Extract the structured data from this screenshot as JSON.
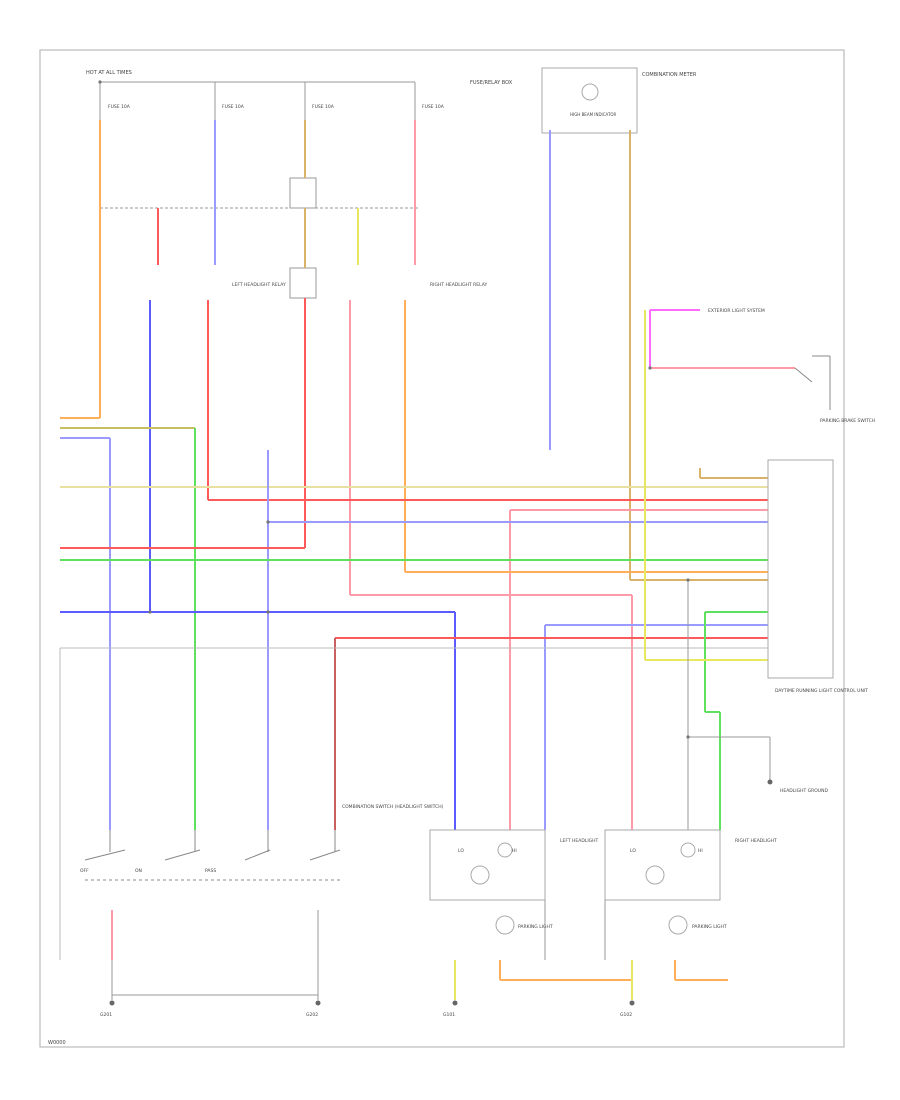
{
  "diagram": {
    "corner_code": "W0000",
    "labels": {
      "hot_at_all_times": "HOT AT ALL TIMES",
      "fuse_box": "FUSE/RELAY BOX",
      "fuse_a": "FUSE 10A",
      "fuse_b": "FUSE 10A",
      "fuse_c": "FUSE 10A",
      "fuse_d": "FUSE 10A",
      "left_relay": "LEFT HEADLIGHT RELAY",
      "right_relay": "RIGHT HEADLIGHT RELAY",
      "combination_meter": "COMBINATION METER",
      "high_beam_indicator": "HIGH BEAM INDICATOR",
      "headlight_ground": "HEADLIGHT GROUND",
      "daytime_running_light": "DAYTIME RUNNING LIGHT CONTROL UNIT",
      "parking_brake_switch": "PARKING BRAKE SWITCH",
      "exterior_light_system": "EXTERIOR LIGHT SYSTEM",
      "combination_switch": "COMBINATION SWITCH (HEADLIGHT SWITCH)",
      "left_headlight": "LEFT HEADLIGHT",
      "right_headlight": "RIGHT HEADLIGHT",
      "parking_light_l": "PARKING LIGHT",
      "parking_light_r": "PARKING LIGHT",
      "ground_1": "G201",
      "ground_2": "G202",
      "ground_3": "G101",
      "ground_4": "G102",
      "off": "OFF",
      "on": "ON",
      "pass": "PASS",
      "lo": "LO",
      "hi": "HI"
    }
  },
  "colors": {
    "red": "#ff5a5a",
    "pink": "#ff9aa8",
    "blue": "#5b5bff",
    "light_blue": "#9a9aff",
    "green": "#5fe05f",
    "orange": "#ffae5a",
    "yellow": "#e8e860",
    "tan": "#d9b36a",
    "magenta": "#ff6bff",
    "olive": "#c8c060",
    "gray": "#999999"
  }
}
